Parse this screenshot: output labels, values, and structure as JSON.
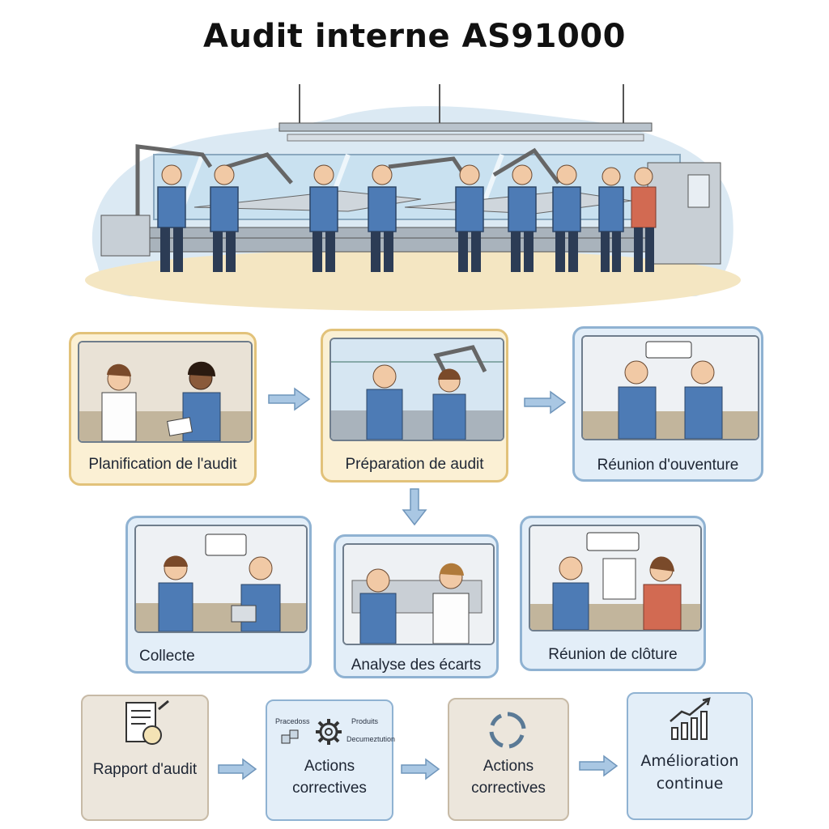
{
  "title": "Audit interne AS91000",
  "steps": [
    {
      "label": "Planification de l'audit"
    },
    {
      "label": "Préparation de audit"
    },
    {
      "label": "Réunion d'ouventure"
    },
    {
      "label": "Collecte"
    },
    {
      "label": "Analyse des écarts"
    },
    {
      "label": "Réunion de clôture"
    }
  ],
  "bottom_row": [
    {
      "line1": "Rapport d'audit",
      "line2": ""
    },
    {
      "line1": "Actions",
      "line2": "correctives",
      "tags": [
        "Pracedoss",
        "Produits",
        "Decumeztution"
      ]
    },
    {
      "line1": "Actions",
      "line2": "correctives"
    },
    {
      "line1": "Amélioration",
      "line2": "continue"
    }
  ],
  "colors": {
    "yellow_card": "#fbf0d4",
    "blue_card": "#e3eef8",
    "grey_card": "#ece6dc",
    "arrow": "#8db3d6",
    "uniform": "#4d7bb5"
  }
}
